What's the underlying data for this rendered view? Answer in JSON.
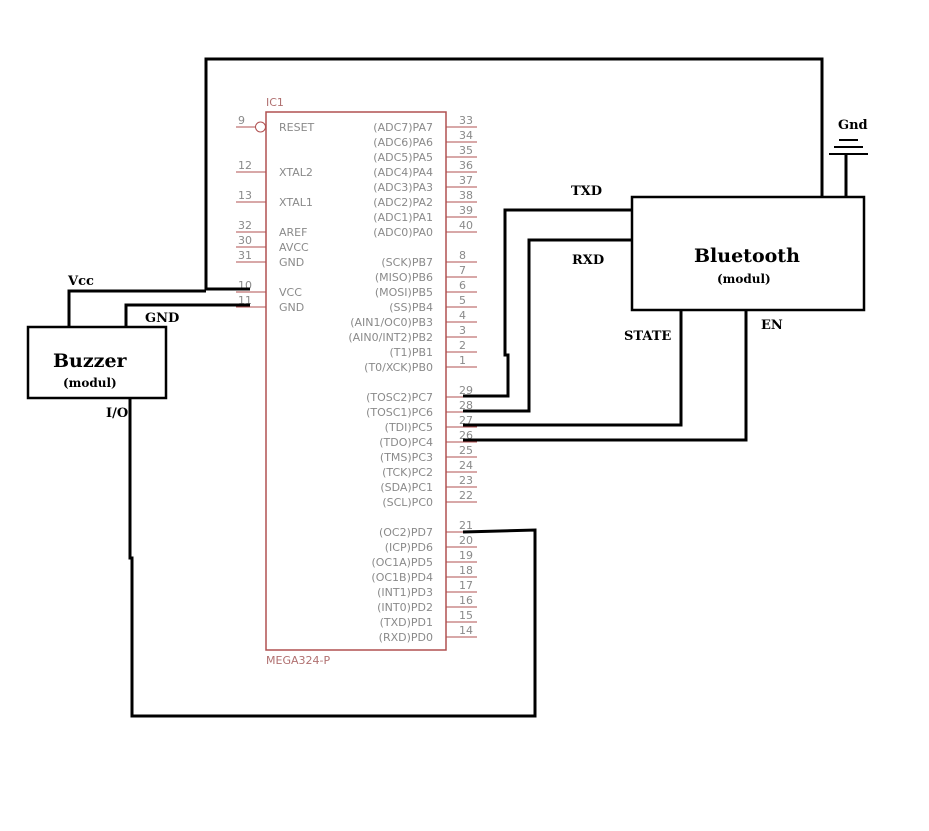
{
  "chip": {
    "designator": "IC1",
    "part": "MEGA324-P",
    "left_pins": [
      {
        "num": "9",
        "label": "RESET",
        "inverted": true
      },
      {
        "num": "12",
        "label": "XTAL2"
      },
      {
        "num": "13",
        "label": "XTAL1"
      },
      {
        "num": "32",
        "label": "AREF"
      },
      {
        "num": "30",
        "label": "AVCC"
      },
      {
        "num": "31",
        "label": "GND"
      },
      {
        "num": "10",
        "label": "VCC"
      },
      {
        "num": "11",
        "label": "GND"
      }
    ],
    "right_pins": [
      {
        "num": "33",
        "label": "(ADC7)PA7"
      },
      {
        "num": "34",
        "label": "(ADC6)PA6"
      },
      {
        "num": "35",
        "label": "(ADC5)PA5"
      },
      {
        "num": "36",
        "label": "(ADC4)PA4"
      },
      {
        "num": "37",
        "label": "(ADC3)PA3"
      },
      {
        "num": "38",
        "label": "(ADC2)PA2"
      },
      {
        "num": "39",
        "label": "(ADC1)PA1"
      },
      {
        "num": "40",
        "label": "(ADC0)PA0"
      },
      {
        "num": "8",
        "label": "(SCK)PB7"
      },
      {
        "num": "7",
        "label": "(MISO)PB6"
      },
      {
        "num": "6",
        "label": "(MOSI)PB5"
      },
      {
        "num": "5",
        "label": "(SS)PB4"
      },
      {
        "num": "4",
        "label": "(AIN1/OC0)PB3"
      },
      {
        "num": "3",
        "label": "(AIN0/INT2)PB2"
      },
      {
        "num": "2",
        "label": "(T1)PB1"
      },
      {
        "num": "1",
        "label": "(T0/XCK)PB0"
      },
      {
        "num": "29",
        "label": "(TOSC2)PC7"
      },
      {
        "num": "28",
        "label": "(TOSC1)PC6"
      },
      {
        "num": "27",
        "label": "(TDI)PC5"
      },
      {
        "num": "26",
        "label": "(TDO)PC4"
      },
      {
        "num": "25",
        "label": "(TMS)PC3"
      },
      {
        "num": "24",
        "label": "(TCK)PC2"
      },
      {
        "num": "23",
        "label": "(SDA)PC1"
      },
      {
        "num": "22",
        "label": "(SCL)PC0"
      },
      {
        "num": "21",
        "label": "(OC2)PD7"
      },
      {
        "num": "20",
        "label": "(ICP)PD6"
      },
      {
        "num": "19",
        "label": "(OC1A)PD5"
      },
      {
        "num": "18",
        "label": "(OC1B)PD4"
      },
      {
        "num": "17",
        "label": "(INT1)PD3"
      },
      {
        "num": "16",
        "label": "(INT0)PD2"
      },
      {
        "num": "15",
        "label": "(TXD)PD1"
      },
      {
        "num": "14",
        "label": "(RXD)PD0"
      }
    ]
  },
  "buzzer": {
    "title": "Buzzer",
    "subtitle": "(modul)"
  },
  "bluetooth": {
    "title": "Bluetooth",
    "subtitle": "(modul)"
  },
  "wire_labels": {
    "vcc": "Vcc",
    "gnd_buzzer": "GND",
    "io": "I/O",
    "txd": "TXD",
    "rxd": "RXD",
    "state": "STATE",
    "en": "EN",
    "gnd_bt": "Gnd"
  },
  "colors": {
    "chip_outline": "#b05050",
    "wire": "#000000",
    "pin_text": "#8a8a8a"
  }
}
